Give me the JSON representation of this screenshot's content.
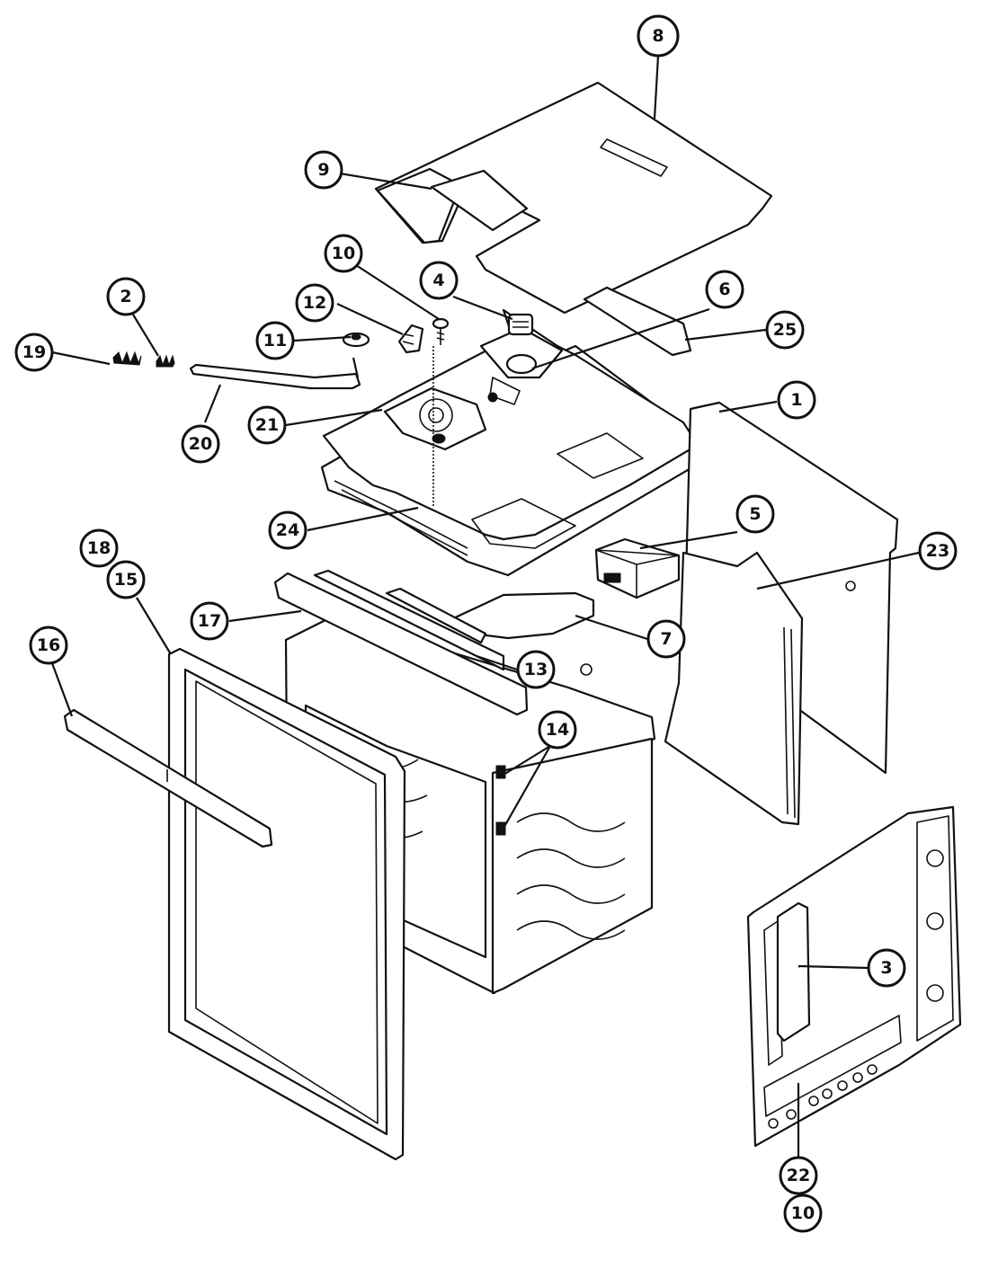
{
  "callouts": [
    {
      "id": "c8",
      "label": "8"
    },
    {
      "id": "c9",
      "label": "9"
    },
    {
      "id": "c10a",
      "label": "10"
    },
    {
      "id": "c4",
      "label": "4"
    },
    {
      "id": "c6",
      "label": "6"
    },
    {
      "id": "c12",
      "label": "12"
    },
    {
      "id": "c2",
      "label": "2"
    },
    {
      "id": "c11",
      "label": "11"
    },
    {
      "id": "c19",
      "label": "19"
    },
    {
      "id": "c25",
      "label": "25"
    },
    {
      "id": "c1",
      "label": "1"
    },
    {
      "id": "c21",
      "label": "21"
    },
    {
      "id": "c20",
      "label": "20"
    },
    {
      "id": "c5",
      "label": "5"
    },
    {
      "id": "c24",
      "label": "24"
    },
    {
      "id": "c23",
      "label": "23"
    },
    {
      "id": "c18",
      "label": "18"
    },
    {
      "id": "c15",
      "label": "15"
    },
    {
      "id": "c17",
      "label": "17"
    },
    {
      "id": "c7",
      "label": "7"
    },
    {
      "id": "c16",
      "label": "16"
    },
    {
      "id": "c13",
      "label": "13"
    },
    {
      "id": "c14",
      "label": "14"
    },
    {
      "id": "c3",
      "label": "3"
    },
    {
      "id": "c22",
      "label": "22"
    },
    {
      "id": "c10b",
      "label": "10"
    }
  ]
}
